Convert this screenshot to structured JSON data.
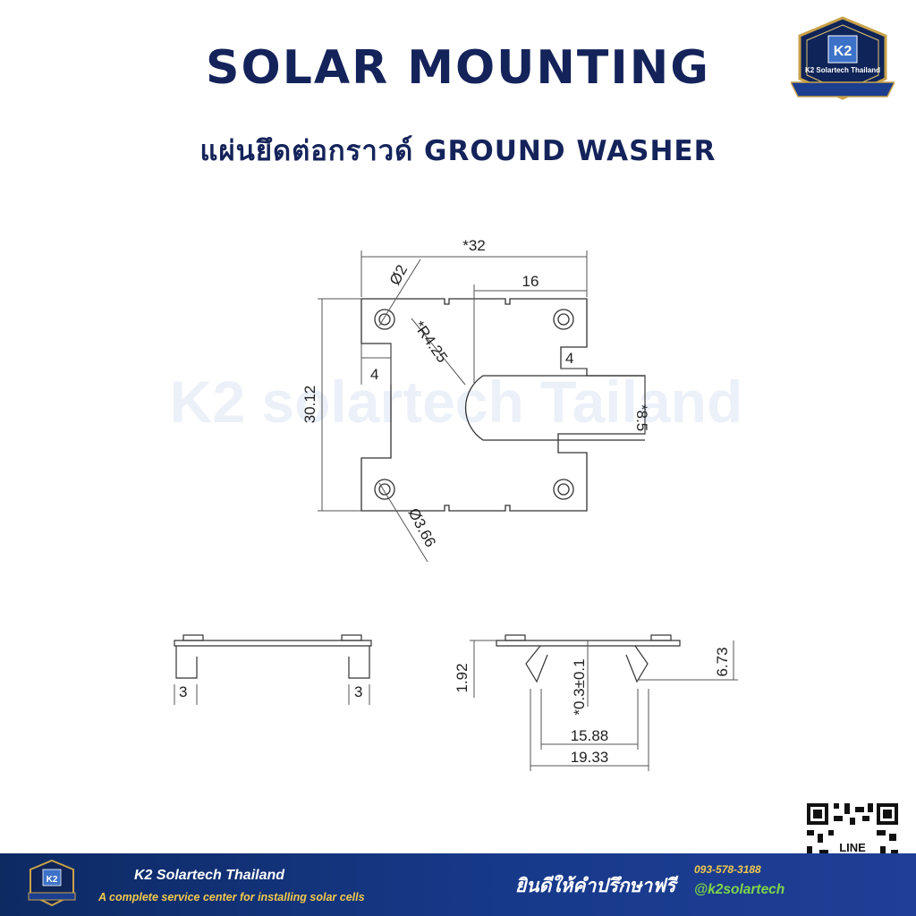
{
  "header": {
    "title": "SOLAR MOUNTING",
    "subtitle": "แผ่นยึดต่อกราวด์ GROUND WASHER"
  },
  "badge": {
    "brand": "K2 Solartech Thailand"
  },
  "drawing": {
    "watermark": "K2 solartech Tailand",
    "top_view": {
      "overall_width": "*32",
      "slot_offset": "16",
      "hole_diameter_small": "Ø2",
      "slot_radius": "*R4.25",
      "left_tab": "4",
      "right_tab": "4",
      "slot_height": "*8.5",
      "overall_height": "30.12",
      "hole_diameter_large": "Ø3.66"
    },
    "side_view": {
      "left_leg": "3",
      "right_leg": "3"
    },
    "front_view": {
      "height_left": "1.92",
      "thickness": "*0.3±0.1",
      "height_right": "6.73",
      "inner_width": "15.88",
      "outer_width": "19.33"
    }
  },
  "footer": {
    "company": "K2 Solartech Thailand",
    "tagline": "A complete service center for installing solar cells",
    "consult": "ยินดีให้คำปรึกษาฟรี",
    "phone": "093-578-3188",
    "line_id": "@k2solartech",
    "qr_label": "LINE"
  },
  "colors": {
    "title": "#14235a",
    "footer_bg": "#17398a",
    "accent_gold": "#f2c94c",
    "accent_green": "#7fd64a"
  }
}
